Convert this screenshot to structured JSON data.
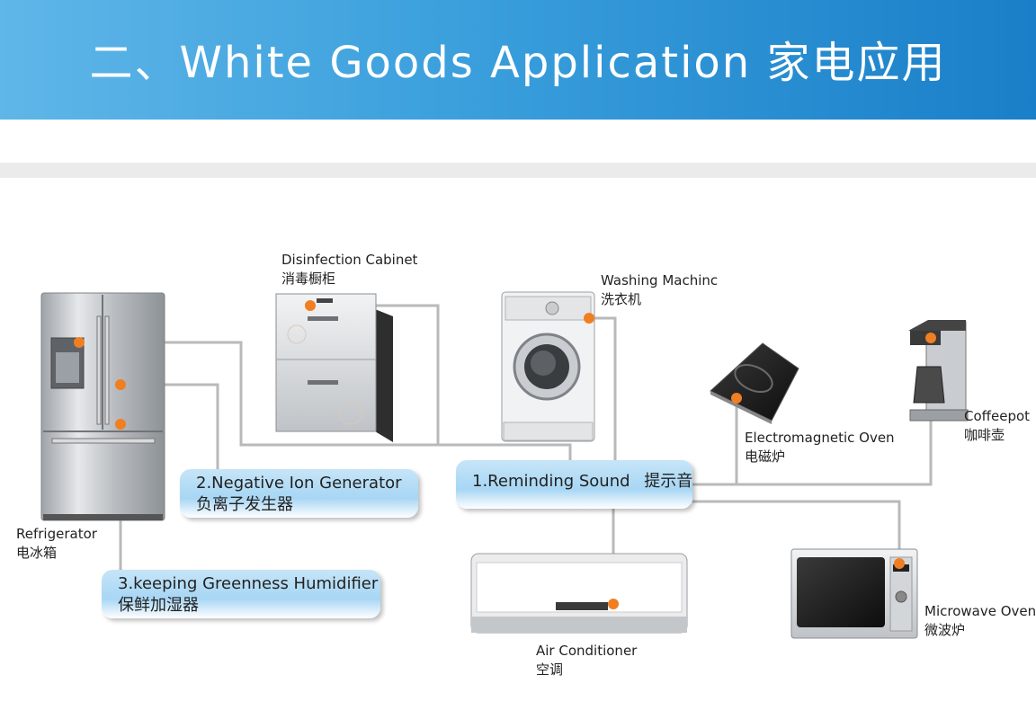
{
  "header": {
    "title": "二、White Goods Application  家电应用"
  },
  "appliances": {
    "refrigerator": {
      "en": "Refrigerator",
      "zh": "电冰箱"
    },
    "disinfection_cabinet": {
      "en": "Disinfection Cabinet",
      "zh": "消毒橱柜"
    },
    "washing_machine": {
      "en": "Washing Machinc",
      "zh": "洗衣机"
    },
    "electromagnetic_oven": {
      "en": "Electromagnetic Oven",
      "zh": "电磁炉"
    },
    "coffeepot": {
      "en": "Coffeepot",
      "zh": "咖啡壶"
    },
    "air_conditioner": {
      "en": "Air Conditioner",
      "zh": "空调"
    },
    "microwave_oven": {
      "en": "Microwave Oven",
      "zh": "微波炉"
    }
  },
  "functions": {
    "reminding_sound": {
      "en": "1.Reminding Sound",
      "zh": "提示音"
    },
    "negative_ion": {
      "en": "2.Negative Ion Generator",
      "zh": "负离子发生器"
    },
    "humidifier": {
      "en": "3.keeping Greenness Humidifier",
      "zh": "保鲜加湿器"
    }
  },
  "colors": {
    "connector": "#b9b9b9",
    "dot": "#f07f22",
    "banner": "#3a9fdc",
    "callout": "#a7d6f4"
  }
}
